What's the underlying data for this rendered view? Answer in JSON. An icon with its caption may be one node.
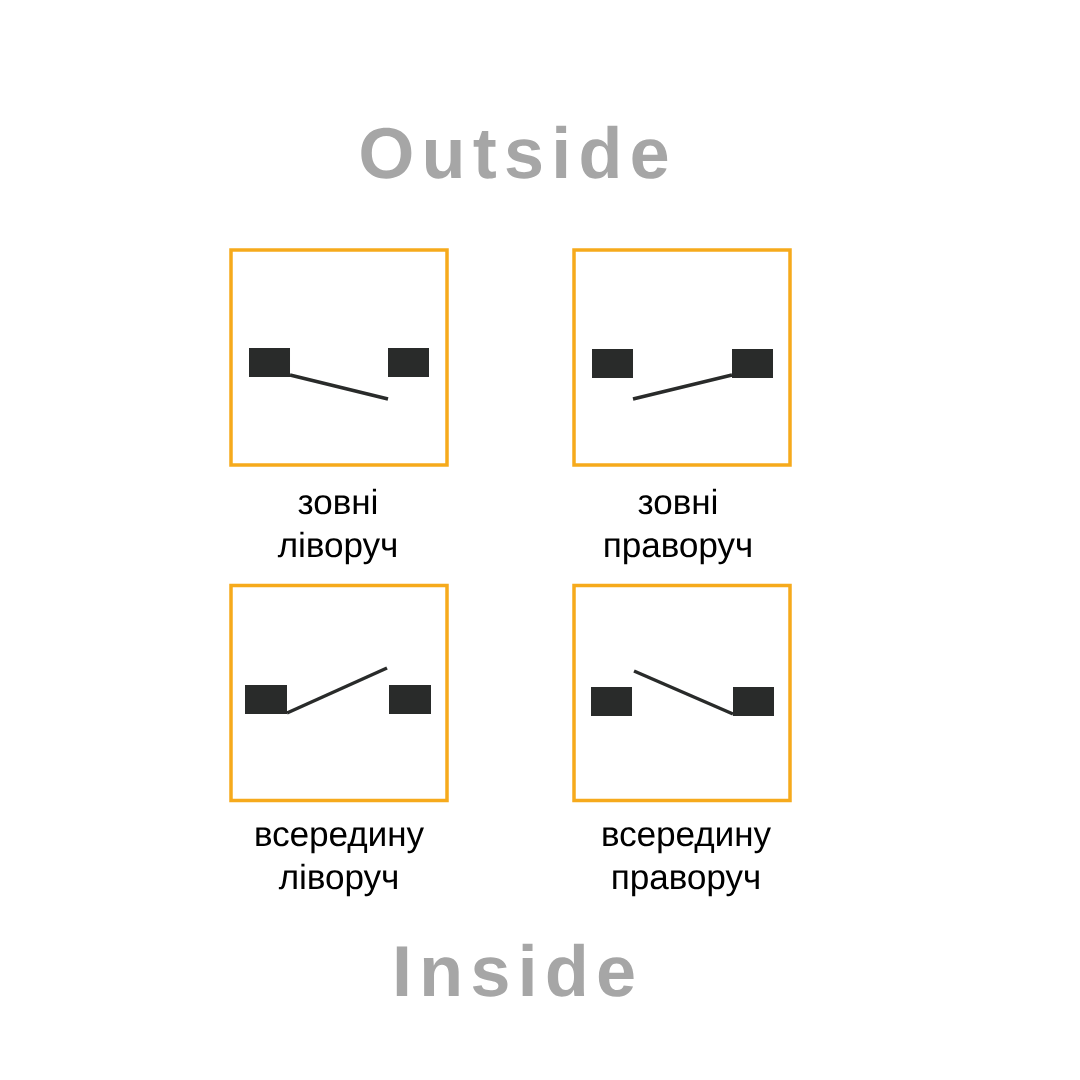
{
  "diagram": {
    "nodes": [
      {
        "text": [],
        "shape": "box",
        "beside": [
          "зовні ліворуч"
        ]
      },
      {
        "text": [],
        "shape": "box",
        "beside": [
          "зовні праворуч"
        ]
      },
      {
        "text": [],
        "shape": "box",
        "beside": [
          "всередину ліворуч"
        ]
      },
      {
        "text": [],
        "shape": "box",
        "beside": [
          "всередину праворуч"
        ]
      }
    ],
    "labels": [
      "Outside",
      "Inside"
    ]
  }
}
